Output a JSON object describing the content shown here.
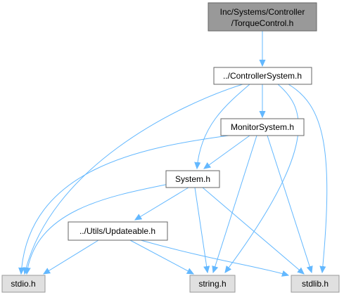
{
  "colors": {
    "edge": "#63b8ff",
    "root_fill": "#999999",
    "root_stroke": "#666666",
    "node_fill": "#ffffff",
    "node_stroke": "#666666",
    "system_fill": "#e0e0e0",
    "system_stroke": "#999999"
  },
  "nodes": {
    "torque_control": {
      "line1": "Inc/Systems/Controller",
      "line2": "/TorqueControl.h"
    },
    "controller_system": {
      "label": "../ControllerSystem.h"
    },
    "monitor_system": {
      "label": "MonitorSystem.h"
    },
    "system": {
      "label": "System.h"
    },
    "updateable": {
      "label": "../Utils/Updateable.h"
    },
    "stdio": {
      "label": "stdio.h"
    },
    "string": {
      "label": "string.h"
    },
    "stdlib": {
      "label": "stdlib.h"
    }
  }
}
